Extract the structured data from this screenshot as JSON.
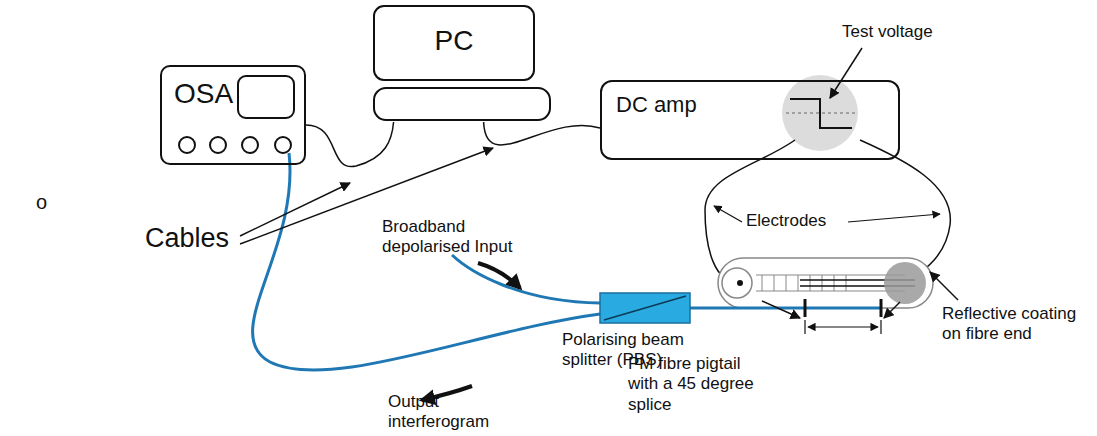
{
  "diagram": {
    "nodes": [
      {
        "text": [
          "OSA"
        ]
      },
      {
        "text": [
          "PC"
        ]
      },
      {
        "text": [
          "DC amp"
        ]
      }
    ],
    "edges": [
      {
        "from": 0,
        "to": 1,
        "arrow": "none"
      },
      {
        "from": 1,
        "to": 2,
        "arrow": "none"
      }
    ],
    "labels": [
      "o",
      "Cables",
      "Broadband depolarised Input",
      "Test voltage",
      "Electrodes",
      "Reflective coating on fibre end",
      "Polarising beam splitter (PBS)",
      "PM fibre pigtail with a 45 degree splice",
      "Output interferogram"
    ]
  }
}
